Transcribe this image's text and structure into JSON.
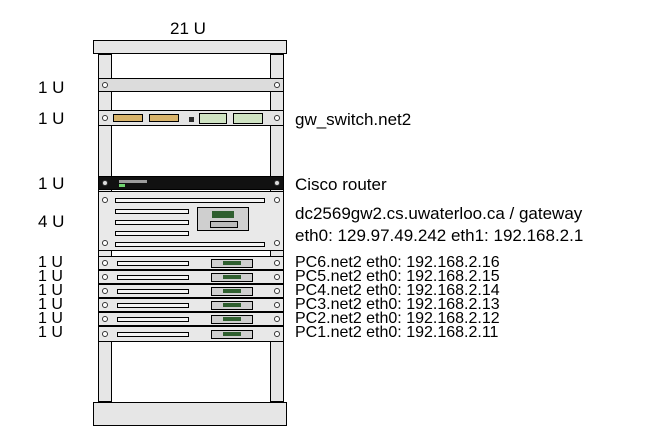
{
  "rack": {
    "size_label": "21 U"
  },
  "unit_labels": [
    "1 U",
    "1 U",
    "1 U",
    "4 U",
    "1 U",
    "1 U",
    "1 U",
    "1 U",
    "1 U",
    "1 U"
  ],
  "devices": {
    "switch": {
      "name": "gw_switch.net2"
    },
    "router": {
      "name": "Cisco router"
    },
    "gateway": {
      "name": "dc2569gw2.cs.uwaterloo.ca / gateway",
      "interfaces": "eth0: 129.97.49.242  eth1: 192.168.2.1"
    },
    "pcs": [
      {
        "label": "PC6.net2  eth0: 192.168.2.16"
      },
      {
        "label": "PC5.net2  eth0: 192.168.2.15"
      },
      {
        "label": "PC4.net2  eth0: 192.168.2.14"
      },
      {
        "label": "PC3.net2  eth0: 192.168.2.13"
      },
      {
        "label": "PC2.net2  eth0: 192.168.2.12"
      },
      {
        "label": "PC1.net2  eth0: 192.168.2.11"
      }
    ]
  }
}
